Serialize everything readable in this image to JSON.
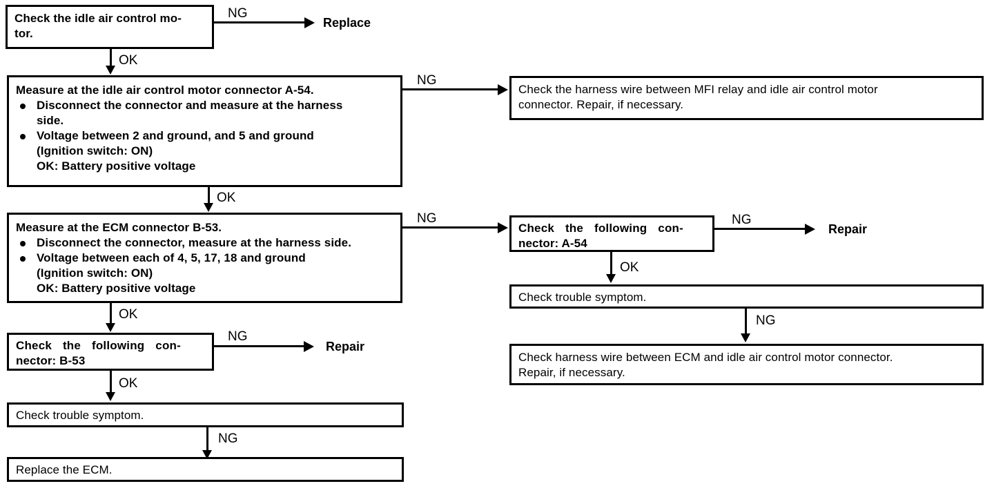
{
  "diagram": {
    "title": "Idle air control motor circuit troubleshooting flowchart",
    "ink_color": "#000000",
    "background_color": "#ffffff",
    "nodes": {
      "check_iac_motor": {
        "lines": [
          "Check the idle air control mo-",
          "tor."
        ]
      },
      "measure_iac_connector": {
        "heading": "Measure at the idle air control motor connector A-54.",
        "bullet1": "Disconnect the connector and measure at the harness",
        "bullet1_cont": "side.",
        "bullet2": "Voltage between 2 and ground, and 5 and ground",
        "bullet2_cont": "(Ignition switch: ON)",
        "bullet2_ok": "OK: Battery positive voltage"
      },
      "check_harness_mfi": {
        "line1": "Check the harness wire between MFI relay and idle air control motor",
        "line2": "connector. Repair, if necessary."
      },
      "measure_ecm_connector": {
        "heading": "Measure at the ECM connector B-53.",
        "bullet1": "Disconnect the connector, measure at the harness side.",
        "bullet2": "Voltage between each of 4, 5, 17, 18 and ground",
        "bullet2_cont": "(Ignition switch: ON)",
        "bullet2_ok": "OK: Battery positive voltage"
      },
      "check_connector_a54": {
        "line1": "Check the following con-",
        "line2": "nector: A-54"
      },
      "check_connector_b53": {
        "line1": "Check the following con-",
        "line2": "nector: B-53"
      },
      "check_trouble_symptom_right": {
        "line1": "Check trouble symptom."
      },
      "check_harness_ecm": {
        "line1": "Check harness wire between ECM and idle air control motor connector.",
        "line2": "Repair, if necessary."
      },
      "check_trouble_symptom_left": {
        "line1": "Check trouble symptom."
      },
      "replace_ecm": {
        "line1": "Replace the ECM."
      }
    },
    "terminals": {
      "replace_top": "Replace",
      "repair_left": "Repair",
      "repair_right": "Repair"
    },
    "edge_labels": {
      "ng1": "NG",
      "ok1": "OK",
      "ng2": "NG",
      "ok2": "OK",
      "ng3": "NG",
      "ok3": "OK",
      "ng4": "NG",
      "ok4": "OK",
      "ng5": "NG",
      "ok5": "OK",
      "ng6": "NG",
      "ng7": "NG"
    }
  }
}
